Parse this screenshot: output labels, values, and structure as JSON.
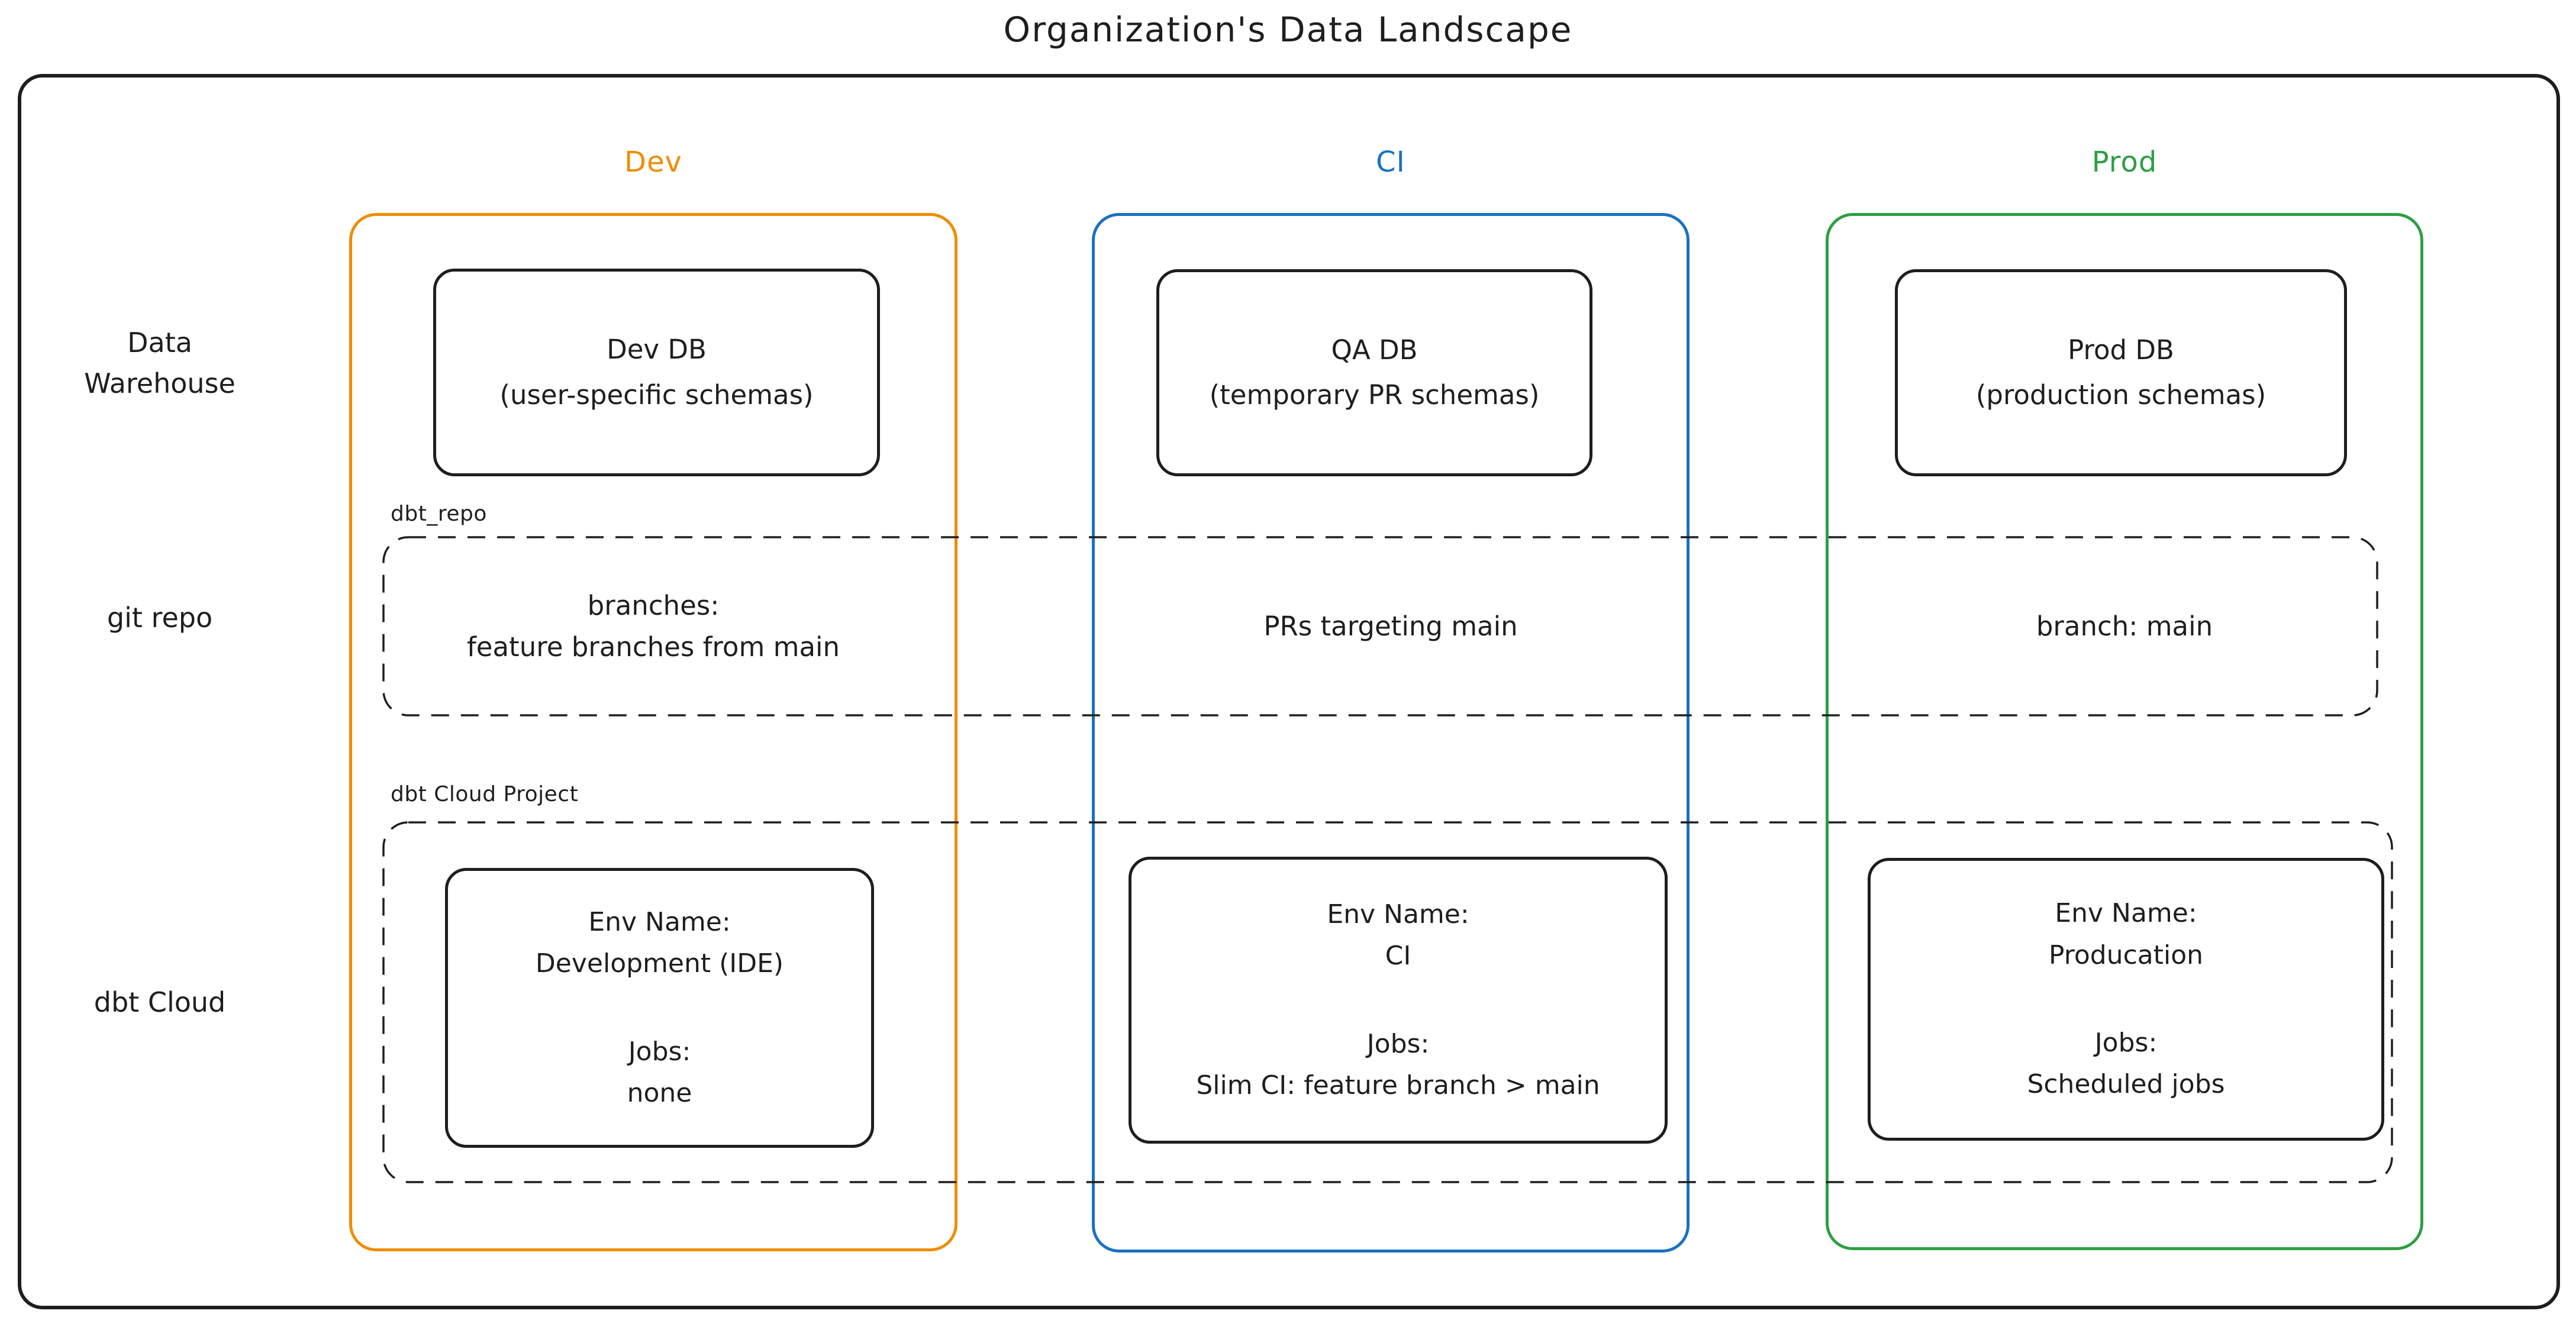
{
  "title": "Organization's Data Landscape",
  "colors": {
    "ink": "#1e1e1e",
    "dev_accent": "#f08c00",
    "ci_accent": "#1971c2",
    "prod_accent": "#2f9e44",
    "background": "#ffffff"
  },
  "columns": {
    "dev": {
      "label": "Dev"
    },
    "ci": {
      "label": "CI"
    },
    "prod": {
      "label": "Prod"
    }
  },
  "row_labels": {
    "warehouse_line1": "Data",
    "warehouse_line2": "Warehouse",
    "git": "git repo",
    "dbt": "dbt Cloud"
  },
  "warehouse": {
    "dev": {
      "name": "Dev DB",
      "detail": "(user-specific schemas)"
    },
    "ci": {
      "name": "QA DB",
      "detail": "(temporary PR schemas)"
    },
    "prod": {
      "name": "Prod DB",
      "detail": "(production schemas)"
    }
  },
  "git_repo": {
    "tag": "dbt_repo",
    "dev_line1": "branches:",
    "dev_line2": "feature branches from main",
    "ci": "PRs targeting main",
    "prod": "branch: main"
  },
  "dbt_cloud": {
    "tag": "dbt Cloud Project",
    "env_label": "Env Name:",
    "jobs_label": "Jobs:",
    "dev": {
      "env": "Development (IDE)",
      "jobs": "none"
    },
    "ci": {
      "env": "CI",
      "jobs": "Slim CI: feature branch > main"
    },
    "prod": {
      "env": "Producation",
      "jobs": "Scheduled jobs"
    }
  }
}
